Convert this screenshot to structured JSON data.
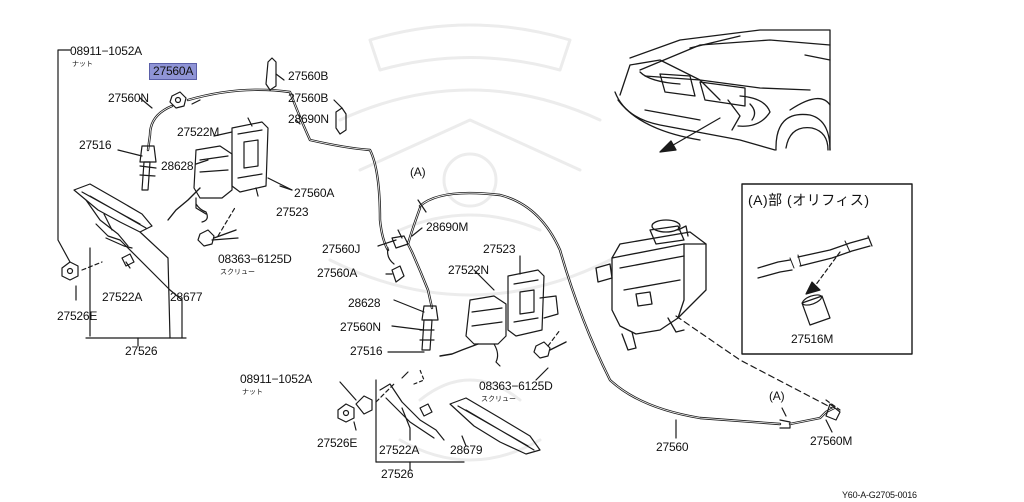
{
  "diagram": {
    "highlighted_part": "27560A",
    "reference_code": "Y60-A-G2705-0016",
    "labels": {
      "l01": "08911−1052A",
      "l02": "ナット",
      "l03": "27560A",
      "l04": "27560N",
      "l05": "27560B",
      "l06": "27560B",
      "l07": "28690N",
      "l08": "27522M",
      "l09": "27516",
      "l10": "28628",
      "l11": "27560A",
      "l12": "27523",
      "l13": "08363−6125D",
      "l14": "スクリュー",
      "l15": "27522A",
      "l16": "28677",
      "l17": "27526E",
      "l18": "27526",
      "l19": "(A)",
      "l20": "28690M",
      "l21": "27560J",
      "l22": "27560A",
      "l23": "27523",
      "l24": "27522N",
      "l25": "28628",
      "l26": "27560N",
      "l27": "27516",
      "l28": "08363−6125D",
      "l29": "スクリュー",
      "l30": "08911−1052A",
      "l31": "ナット",
      "l32": "27526E",
      "l33": "27522A",
      "l34": "28679",
      "l35": "27526",
      "l36": "27560",
      "l37": "(A)",
      "l38": "27560M",
      "l39": "(A)部 (オリフィス)",
      "l40": "27516M"
    }
  }
}
